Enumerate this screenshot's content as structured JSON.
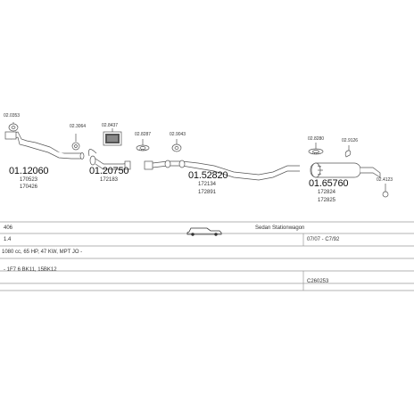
{
  "diagram": {
    "parts": [
      {
        "code": "02.0353"
      },
      {
        "part_no": "01.12060",
        "refs": [
          "170523",
          "170426"
        ]
      },
      {
        "code": "02.3064"
      },
      {
        "code": "02.8437"
      },
      {
        "part_no": "01.20750",
        "refs": [
          "172183"
        ]
      },
      {
        "code": "02.8287"
      },
      {
        "code": "02.9043"
      },
      {
        "part_no": "01.52820",
        "refs": [
          "172134",
          "172891"
        ]
      },
      {
        "code": "02.8280"
      },
      {
        "code": "02.9126"
      },
      {
        "code": "02.4123"
      },
      {
        "part_no": "01.65760",
        "refs": [
          "172824",
          "172825"
        ]
      }
    ]
  },
  "info": {
    "model": "406",
    "body": "Sedan Stationwagon",
    "engine": "1.4",
    "years": "07/07 - C7/92",
    "spec": "1080 cc, 65 HP, 47 KW, MPT JO -",
    "codes": "- 1F7 6 BK11, 15BK12",
    "ref_code": "C260253"
  }
}
